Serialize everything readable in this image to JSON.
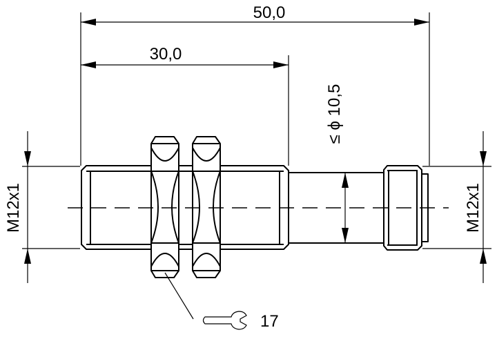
{
  "dimensions": {
    "overall_length": "50,0",
    "thread_length": "30,0",
    "diameter": "≤ ϕ 10,5",
    "thread_left": "M12x1",
    "thread_right": "M12x1",
    "wrench_size": "17"
  },
  "icons": {
    "wrench": "wrench-icon"
  }
}
